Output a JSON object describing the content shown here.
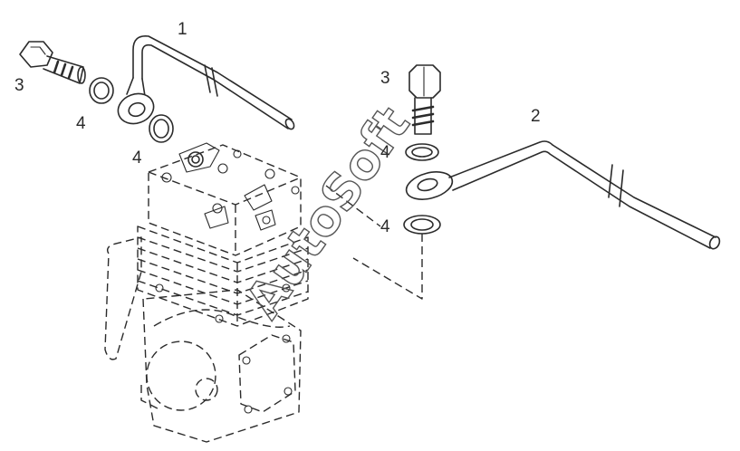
{
  "callouts": {
    "c1": "1",
    "c2": "2",
    "c3_left": "3",
    "c3_right": "3",
    "c4_left_a": "4",
    "c4_left_b": "4",
    "c4_right_a": "4",
    "c4_right_b": "4"
  },
  "watermark": "AutoSoft"
}
